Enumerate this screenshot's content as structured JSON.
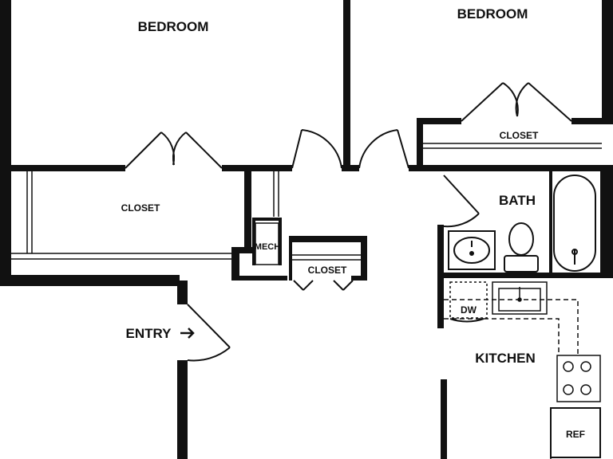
{
  "labels": {
    "bedroom_1": "BEDROOM",
    "bedroom_2": "BEDROOM",
    "closet_1": "CLOSET",
    "closet_2": "CLOSET",
    "closet_3": "CLOSET",
    "bath": "BATH",
    "mech": "MECH",
    "entry": "ENTRY",
    "kitchen": "KITCHEN",
    "dw": "DW",
    "ref": "REF"
  },
  "icons": {
    "entry_arrow": "arrow-right-icon"
  },
  "colors": {
    "wall": "#111111",
    "background": "#ffffff"
  }
}
